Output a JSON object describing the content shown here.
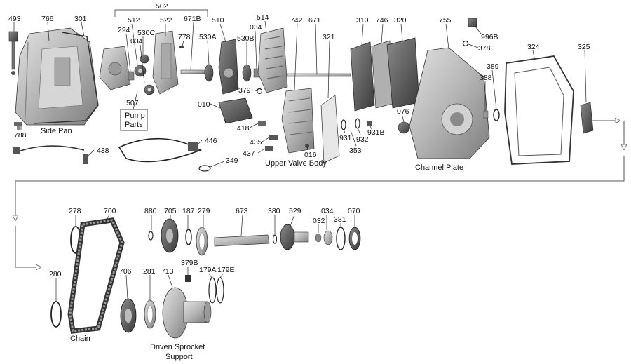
{
  "parts": {
    "p493": "493",
    "p766": "766",
    "p301": "301",
    "p502": "502",
    "p512": "512",
    "p294": "294",
    "p530c": "530C",
    "p034a": "034",
    "p522": "522",
    "p778": "778",
    "p671b": "671B",
    "p510": "510",
    "p530a": "530A",
    "p514": "514",
    "p530b": "530B",
    "p034b": "034",
    "p742": "742",
    "p671": "671",
    "p321": "321",
    "p310": "310",
    "p746": "746",
    "p320": "320",
    "p755": "755",
    "p996b": "996B",
    "p378": "378",
    "p324": "324",
    "p325": "325",
    "p389": "389",
    "p388": "388",
    "p379": "379",
    "p010": "010",
    "p418": "418",
    "p435": "435",
    "p437": "437",
    "p016": "016",
    "p076": "076",
    "p931": "931",
    "p932": "932",
    "p931b": "931B",
    "p353": "353",
    "p788": "788",
    "p438": "438",
    "p446": "446",
    "p349": "349",
    "p507": "507",
    "p278": "278",
    "p700": "700",
    "p880": "880",
    "p705": "705",
    "p187": "187",
    "p279": "279",
    "p673": "673",
    "p380": "380",
    "p529": "529",
    "p034c": "034",
    "p032": "032",
    "p070": "070",
    "p381": "381",
    "p280": "280",
    "p706": "706",
    "p281": "281",
    "p713": "713",
    "p379b": "379B",
    "p179a": "179A",
    "p179e": "179E"
  },
  "captions": {
    "side_pan": "Side Pan",
    "pump_parts_1": "Pump",
    "pump_parts_2": "Parts",
    "upper_valve_body": "Upper Valve Body",
    "channel_plate": "Channel Plate",
    "chain": "Chain",
    "driven_sprocket_1": "Driven Sprocket",
    "driven_sprocket_2": "Support"
  },
  "colors": {
    "metal_light": "#c9c9c9",
    "metal_mid": "#9a9a9a",
    "metal_dark": "#4a4a4a",
    "ink": "#111111"
  }
}
